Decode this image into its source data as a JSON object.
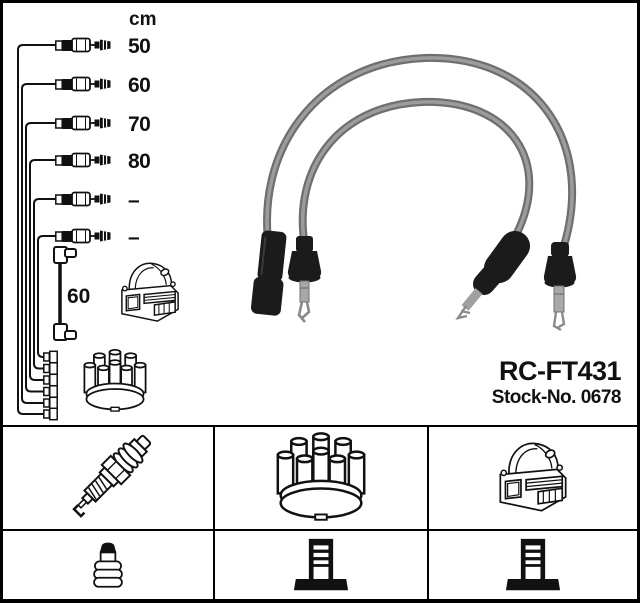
{
  "product": {
    "code": "RC-FT431",
    "stock_no": "Stock-No. 0678"
  },
  "schematic": {
    "unit_label": "cm",
    "cable_lengths": [
      "50",
      "60",
      "70",
      "80",
      "–",
      "–"
    ],
    "coil_wire_length": "60"
  },
  "legend": {
    "row1_icons": [
      "spark-plug",
      "distributor-cap",
      "ignition-coil"
    ],
    "row2_icons": [
      "plug-terminal-nut",
      "din-terminal",
      "din-terminal"
    ]
  },
  "colors": {
    "line_art": "#111111",
    "cable_gray": "#7a7a7a",
    "boot_black": "#1b1b1b",
    "background": "#ffffff"
  }
}
